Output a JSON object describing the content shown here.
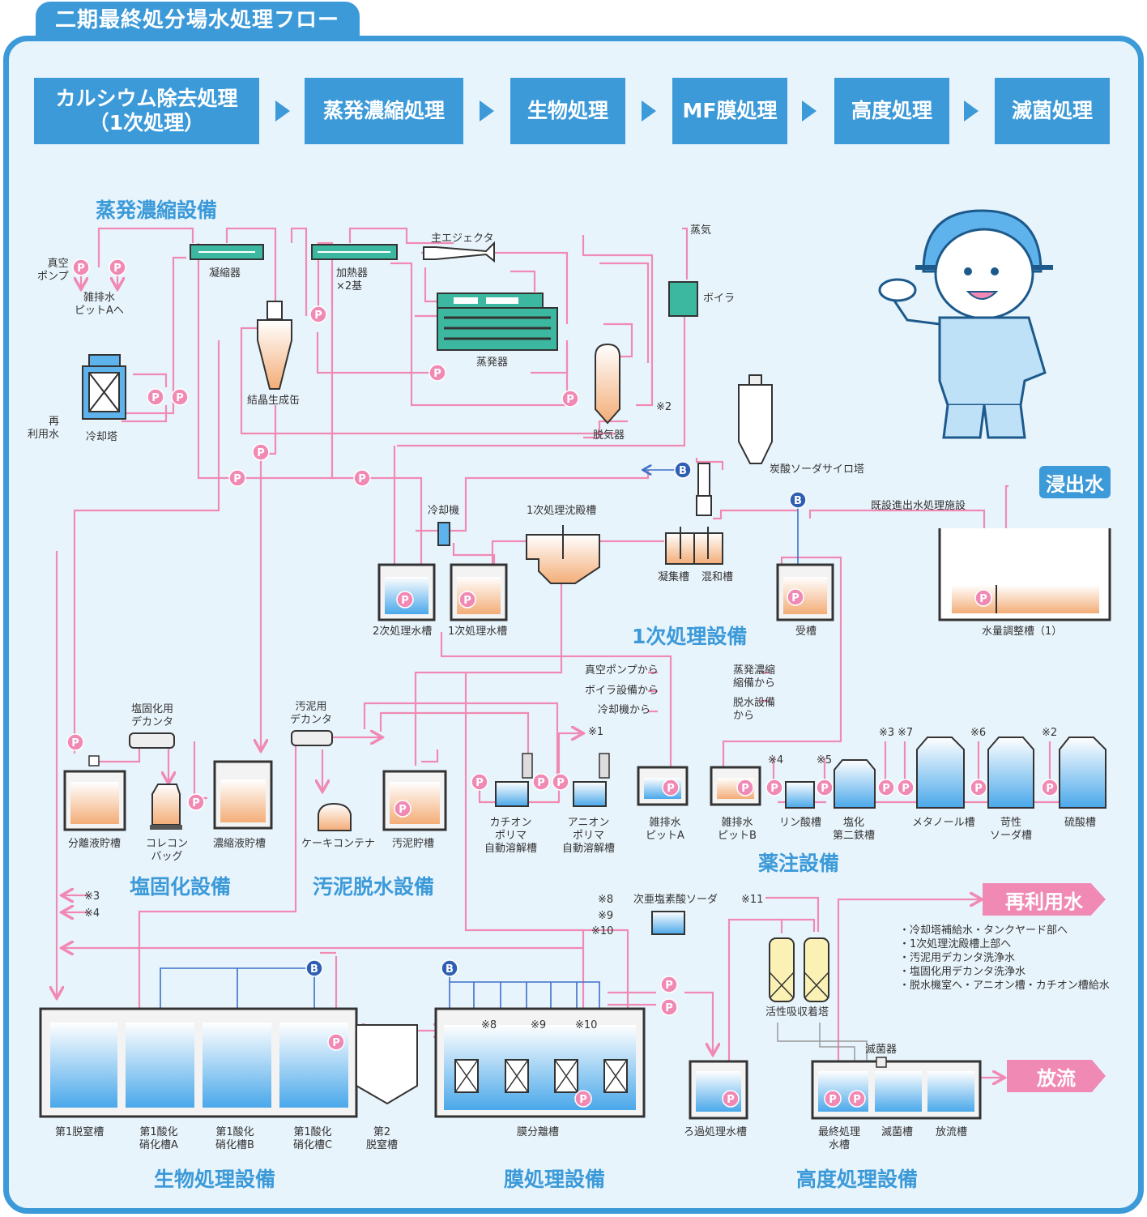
{
  "title": "二期最終処分場水処理フロー",
  "steps": [
    {
      "line1": "カルシウム除去処理",
      "line2": "（1次処理）"
    },
    {
      "line1": "蒸発濃縮処理",
      "line2": ""
    },
    {
      "line1": "生物処理",
      "line2": ""
    },
    {
      "line1": "MF膜処理",
      "line2": ""
    },
    {
      "line1": "高度処理",
      "line2": ""
    },
    {
      "line1": "滅菌処理",
      "line2": ""
    }
  ],
  "sections": {
    "evap": "蒸発濃縮設備",
    "primary": "1次処理設備",
    "salt": "塩固化設備",
    "sludge": "汚泥脱水設備",
    "chem": "薬注設備",
    "bio": "生物処理設備",
    "membrane": "膜処理設備",
    "advanced": "高度処理設備"
  },
  "badges": {
    "leachate": "浸出水",
    "reuse": "再利用水",
    "discharge": "放流"
  },
  "labels": {
    "vacuum_pump": "真空\nポンプ",
    "drain_a": "雑排水\nピットAへ",
    "condenser": "凝縮器",
    "heater": "加熱器\n×2基",
    "main_ejector": "主エジェクタ",
    "steam": "蒸気",
    "boiler": "ボイラ",
    "evaporator": "蒸発器",
    "crystallizer": "結晶生成缶",
    "deaerator": "脱気器",
    "cooling_tower": "冷却塔",
    "reuse_water_in": "再\n利用水",
    "note2": "※2",
    "soda_silo": "炭酸ソーダサイロ塔",
    "existing_facility": "既設進出水処理施設",
    "chiller": "冷却機",
    "primary_settler": "1次処理沈殿槽",
    "coag_tank": "凝集槽",
    "mix_tank": "混和槽",
    "secondary_tank": "2次処理水槽",
    "primary_tank": "1次処理水槽",
    "receiving_tank": "受槽",
    "equalizing_tank": "水量調整槽（1）",
    "from_vacuum": "真空ポンプから",
    "from_boiler": "ボイラ設備から",
    "from_chiller": "冷却機から",
    "from_evap": "蒸発濃縮\n縮備から",
    "from_dewater": "脱水設備\nから",
    "salt_decanter": "塩固化用\nデカンタ",
    "sludge_decanter": "汚泥用\nデカンタ",
    "note1": "※1",
    "note3": "※3",
    "note4": "※4",
    "note5": "※5",
    "note6": "※6",
    "note7": "※7",
    "note8": "※8",
    "note9": "※9",
    "note10": "※10",
    "note11": "※11",
    "sep_tank": "分離液貯槽",
    "flecon": "コレコン\nバッグ",
    "conc_tank": "濃縮液貯槽",
    "cake_container": "ケーキコンテナ",
    "sludge_tank": "汚泥貯槽",
    "cation": "カチオン\nポリマ\n自動溶解槽",
    "anion": "アニオン\nポリマ\n自動溶解槽",
    "drain_pit_a": "雑排水\nピットA",
    "drain_pit_b": "雑排水\nピットB",
    "phosphoric": "リン酸槽",
    "ferric": "塩化\n第二鉄槽",
    "methanol": "メタノール槽",
    "caustic": "苛性\nソーダ槽",
    "sulfuric": "硫酸槽",
    "hypochlorite": "次亜塩素酸ソーダ",
    "carbon_tower": "活性吸収着塔",
    "sterilizer": "滅菌器",
    "denit1": "第1脱窒槽",
    "nit_a": "第1酸化\n硝化槽A",
    "nit_b": "第1酸化\n硝化槽B",
    "nit_c": "第1酸化\n硝化槽C",
    "denit2": "第2\n脱窒槽",
    "membrane_tank": "膜分離槽",
    "filtered_tank": "ろ過処理水槽",
    "final_tank": "最終処理\n水槽",
    "steril_tank": "滅菌槽",
    "discharge_tank": "放流槽"
  },
  "reuse_notes": [
    "・冷却塔補給水・タンクヤード部へ",
    "・1次処理沈殿槽上部へ",
    "・汚泥用デカンタ洗浄水",
    "・塩固化用デカンタ洗浄水",
    "・脱水機室へ・アニオン槽・カチオン槽給水"
  ],
  "markers": {
    "pump": "P",
    "blower": "B"
  },
  "colors": {
    "blue": "#3c9ad9",
    "pink": "#f08ab4",
    "green": "#3db8a0",
    "orange": "#f5b07a",
    "water": "#5fb3ec"
  }
}
